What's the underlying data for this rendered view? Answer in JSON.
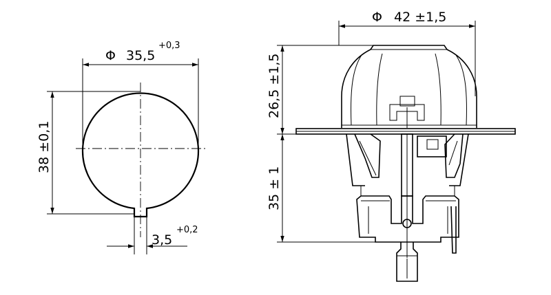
{
  "dimensions": {
    "left_diameter": {
      "symbol": "Φ",
      "value": "35,5",
      "tolerance": "+0,3"
    },
    "left_height": {
      "value": "38 ±0,1"
    },
    "left_slot": {
      "value": "3,5",
      "tolerance": "+0,2"
    },
    "right_diameter": {
      "symbol": "Φ",
      "value": "42 ±1,5"
    },
    "right_upper_height": {
      "value": "26,5 ±1,5"
    },
    "right_lower_height": {
      "value": "35 ± 1"
    }
  }
}
